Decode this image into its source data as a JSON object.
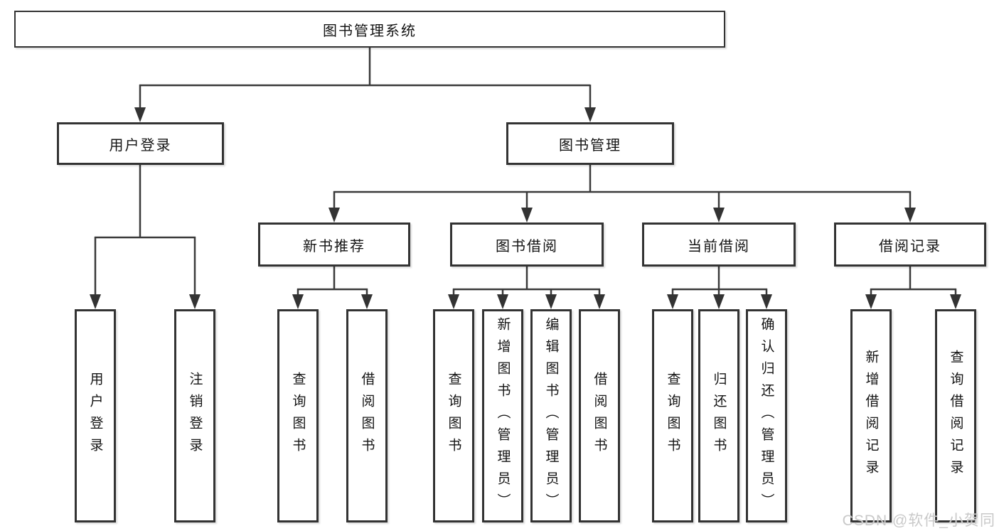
{
  "tree": {
    "label": "图书管理系统",
    "children": [
      {
        "label": "用户登录",
        "children": [
          {
            "label": "用户登录"
          },
          {
            "label": "注销登录"
          }
        ]
      },
      {
        "label": "图书管理",
        "children": [
          {
            "label": "新书推荐",
            "children": [
              {
                "label": "查询图书"
              },
              {
                "label": "借阅图书"
              }
            ]
          },
          {
            "label": "图书借阅",
            "children": [
              {
                "label": "查询图书"
              },
              {
                "label": "新增图书（管理员）"
              },
              {
                "label": "编辑图书（管理员）"
              },
              {
                "label": "借阅图书"
              }
            ]
          },
          {
            "label": "当前借阅",
            "children": [
              {
                "label": "查询图书"
              },
              {
                "label": "归还图书"
              },
              {
                "label": "确认归还（管理员）"
              }
            ]
          },
          {
            "label": "借阅记录",
            "children": [
              {
                "label": "新增借阅记录"
              },
              {
                "label": "查询借阅记录"
              }
            ]
          }
        ]
      }
    ]
  },
  "watermark": {
    "text": "CSDN @软件_小贺同学"
  },
  "colors": {
    "line": "#3a3a3a",
    "box_border": "#333333",
    "box_fill": "#ffffff",
    "text": "#141414",
    "watermark": "#c9c9c9"
  }
}
